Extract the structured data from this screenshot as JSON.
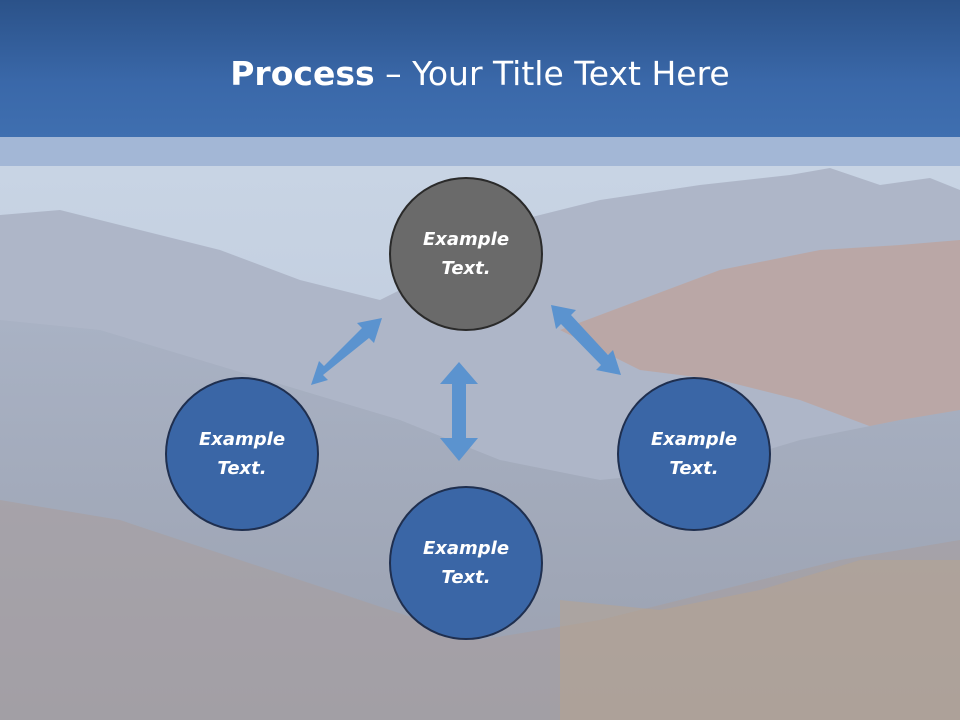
{
  "slide": {
    "title_bold": "Process",
    "title_rest": " – Your Title Text Here"
  },
  "nodes": {
    "top": "Example Text.",
    "left": "Example Text.",
    "right": "Example Text.",
    "bottom": "Example Text."
  },
  "colors": {
    "header": "#3a68a9",
    "band": "#a3b7d6",
    "node_blue": "#3a66a6",
    "node_gray": "#6a6a6a",
    "arrow": "#5b93cf"
  }
}
